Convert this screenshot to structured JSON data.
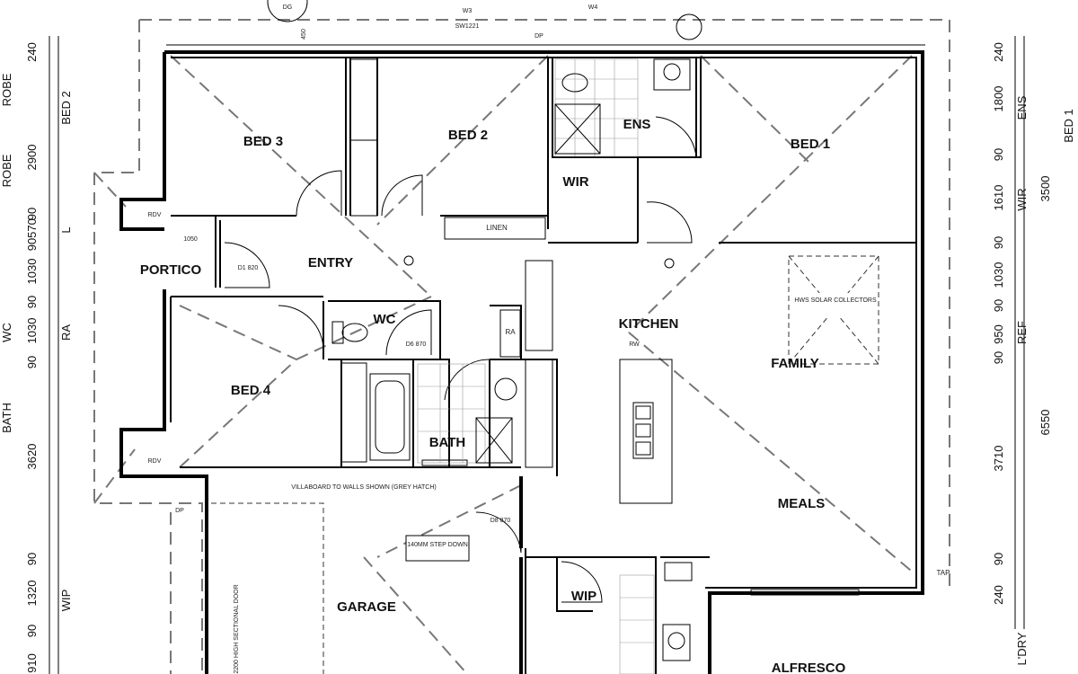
{
  "rooms": {
    "bed3": "BED 3",
    "bed2": "BED 2",
    "bed1": "BED 1",
    "ens": "ENS",
    "wir": "WIR",
    "entry": "ENTRY",
    "portico": "PORTICO",
    "wc": "WC",
    "kitchen": "KITCHEN",
    "family": "FAMILY",
    "bed4": "BED 4",
    "bath": "BATH",
    "meals": "MEALS",
    "garage": "GARAGE",
    "wip": "WIP",
    "alfresco": "ALFRESCO"
  },
  "fixtures": {
    "linen": "LINEN",
    "ra": "RA",
    "rw": "RW",
    "dp_top": "DP",
    "dp_left": "DP",
    "tap": "TAP",
    "rdv_top": "RDV",
    "rdv_bottom": "RDV",
    "dg": "DG",
    "hws_solar": "HWS SOLAR COLLECTORS",
    "step_down": "140MM STEP DOWN",
    "villaboard": "VILLABOARD TO WALLS SHOWN (GREY HATCH)",
    "garage_door": "2200 HIGH SECTIONAL DOOR",
    "d1": "D1 820",
    "d6": "D6 870",
    "d8": "D8 870",
    "w3": "W3",
    "w4": "W4",
    "w3_size": "SW1221",
    "num_1050": "1050",
    "num_450": "450"
  },
  "dims_left": [
    "240",
    "ROBE",
    "BED 2",
    "2900",
    "ROBE",
    "90",
    "570",
    "L",
    "90",
    "1030",
    "90",
    "1030",
    "WC",
    "RA",
    "90",
    "BATH",
    "3620",
    "90",
    "1320",
    "WIP",
    "90",
    "910"
  ],
  "dims_right": [
    "240",
    "1800",
    "ENS",
    "90",
    "1610",
    "WIR",
    "3500",
    "BED 1",
    "90",
    "1030",
    "90",
    "950",
    "REF",
    "90",
    "6550",
    "3710",
    "90",
    "240",
    "L'DRY"
  ]
}
